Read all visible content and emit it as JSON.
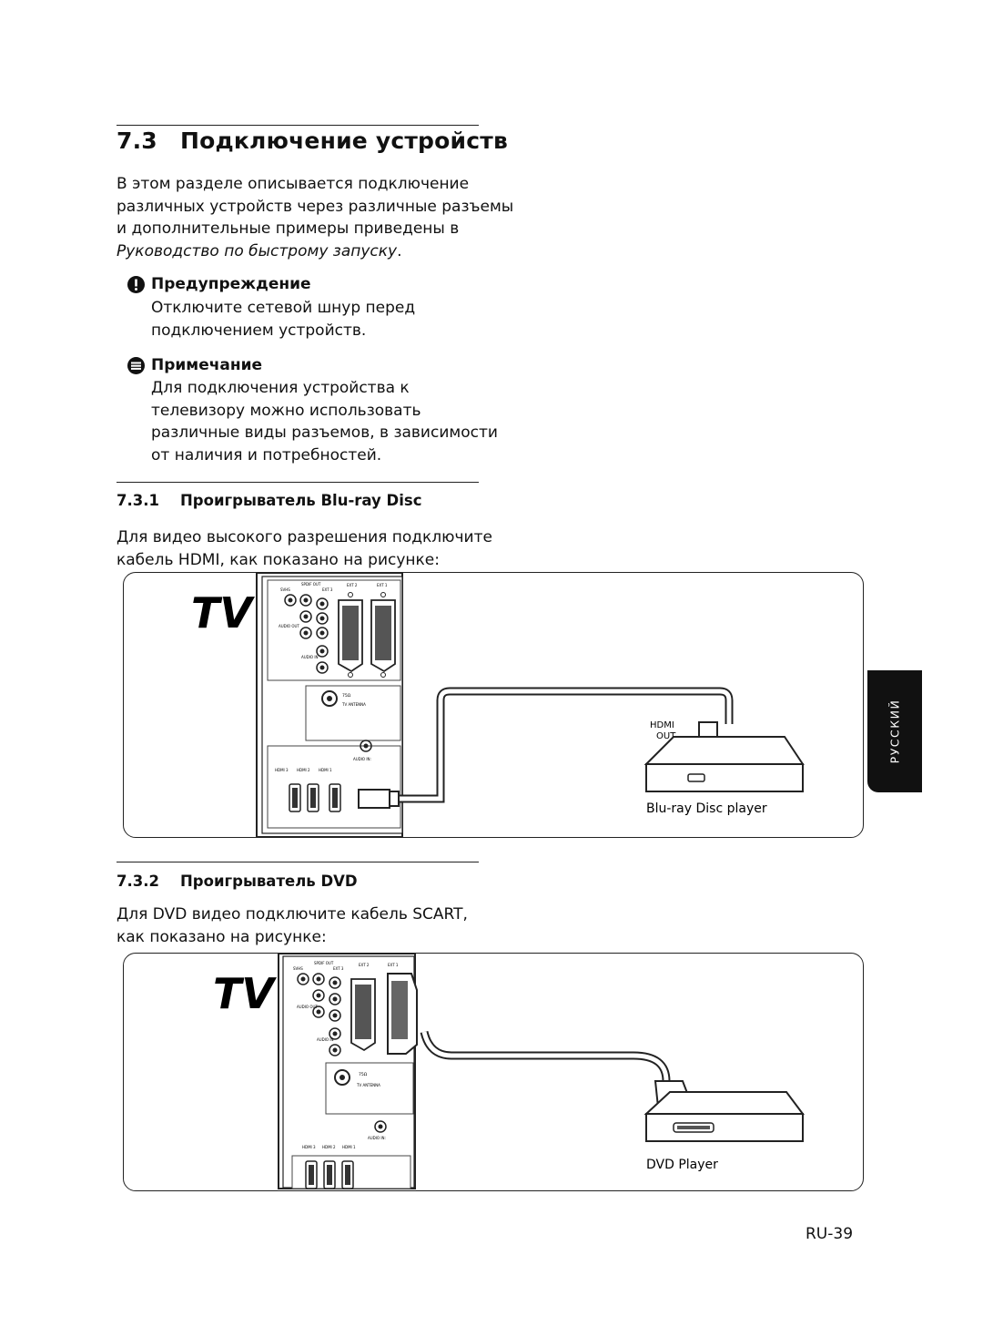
{
  "section": {
    "number": "7.3",
    "title": "Подключение устройств",
    "intro_lines": [
      "В этом разделе описывается подключение",
      "различных устройств через различные разъемы",
      "и дополнительные примеры приведены в"
    ],
    "intro_italic": "Руководство по быстрому запуску",
    "intro_end": ".",
    "warning": {
      "title": "Предупреждение",
      "lines": [
        "Отключите сетевой шнур перед",
        "подключением устройств."
      ]
    },
    "note": {
      "title": "Примечание",
      "lines": [
        "Для подключения устройства к",
        "телевизору можно использовать",
        "различные виды разъемов, в зависимости",
        "от наличия и потребностей."
      ]
    }
  },
  "sub1": {
    "number": "7.3.1",
    "title": "Проигрыватель Blu-ray Disc",
    "lines": [
      "Для видео высокого разрешения подключите",
      "кабель HDMI, как показано на рисунке:"
    ]
  },
  "sub2": {
    "number": "7.3.2",
    "title": "Проигрыватель DVD",
    "lines": [
      "Для DVD видео подключите кабель SCART,",
      "как показано на рисунке:"
    ]
  },
  "diagram1": {
    "tv_label": "TV",
    "device_label": "Blu-ray Disc player",
    "port_label_1": "HDMI",
    "port_label_2": "OUT"
  },
  "diagram2": {
    "tv_label": "TV",
    "device_label": "DVD Player"
  },
  "panel_labels": {
    "svideo": "SVHS",
    "spdif": "SPDIF OUT",
    "ext3": "EXT 3",
    "ext2": "EXT 2",
    "ext1": "EXT 1",
    "audio_out": "AUDIO OUT",
    "audio_in": "AUDIO IN",
    "ohm": "75Ω",
    "antenna": "TV ANTENNA",
    "hdmi3": "HDMI 3",
    "hdmi2": "HDMI 2",
    "hdmi1": "HDMI 1",
    "audio_in_hdmi": "AUDIO IN:"
  },
  "side_tab": "РУССКИЙ",
  "page_number": "RU-39"
}
